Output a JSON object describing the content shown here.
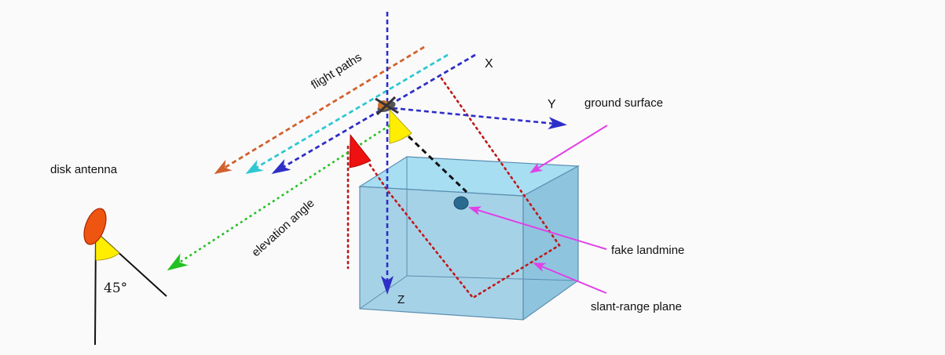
{
  "labels": {
    "flight_paths": "flight paths",
    "x_axis": "X",
    "y_axis": "Y",
    "z_axis": "Z",
    "ground_surface": "ground surface",
    "disk_antenna": "disk antenna",
    "elevation_angle": "elevation angle",
    "fake_landmine": "fake landmine",
    "slant_range_plane": "slant-range plane",
    "angle_value": "45°"
  },
  "icons": {
    "drone": "drone-icon",
    "antenna": "disk-antenna-icon",
    "landmine": "landmine-icon"
  },
  "colors": {
    "background": "#fafafa",
    "box_fill": "#9fd3ec",
    "box_edge": "#5a8fb0",
    "axis_blue": "#2e2ec8",
    "flight_orange": "#d2602e",
    "flight_cyan": "#2ec8d2",
    "elevation_green": "#22c022",
    "slant_red": "#c01818",
    "callout_magenta": "#e040e8",
    "beam_yellow": "#ffee00",
    "beam_red": "#ee1111",
    "antenna_orange": "#ee5511"
  }
}
